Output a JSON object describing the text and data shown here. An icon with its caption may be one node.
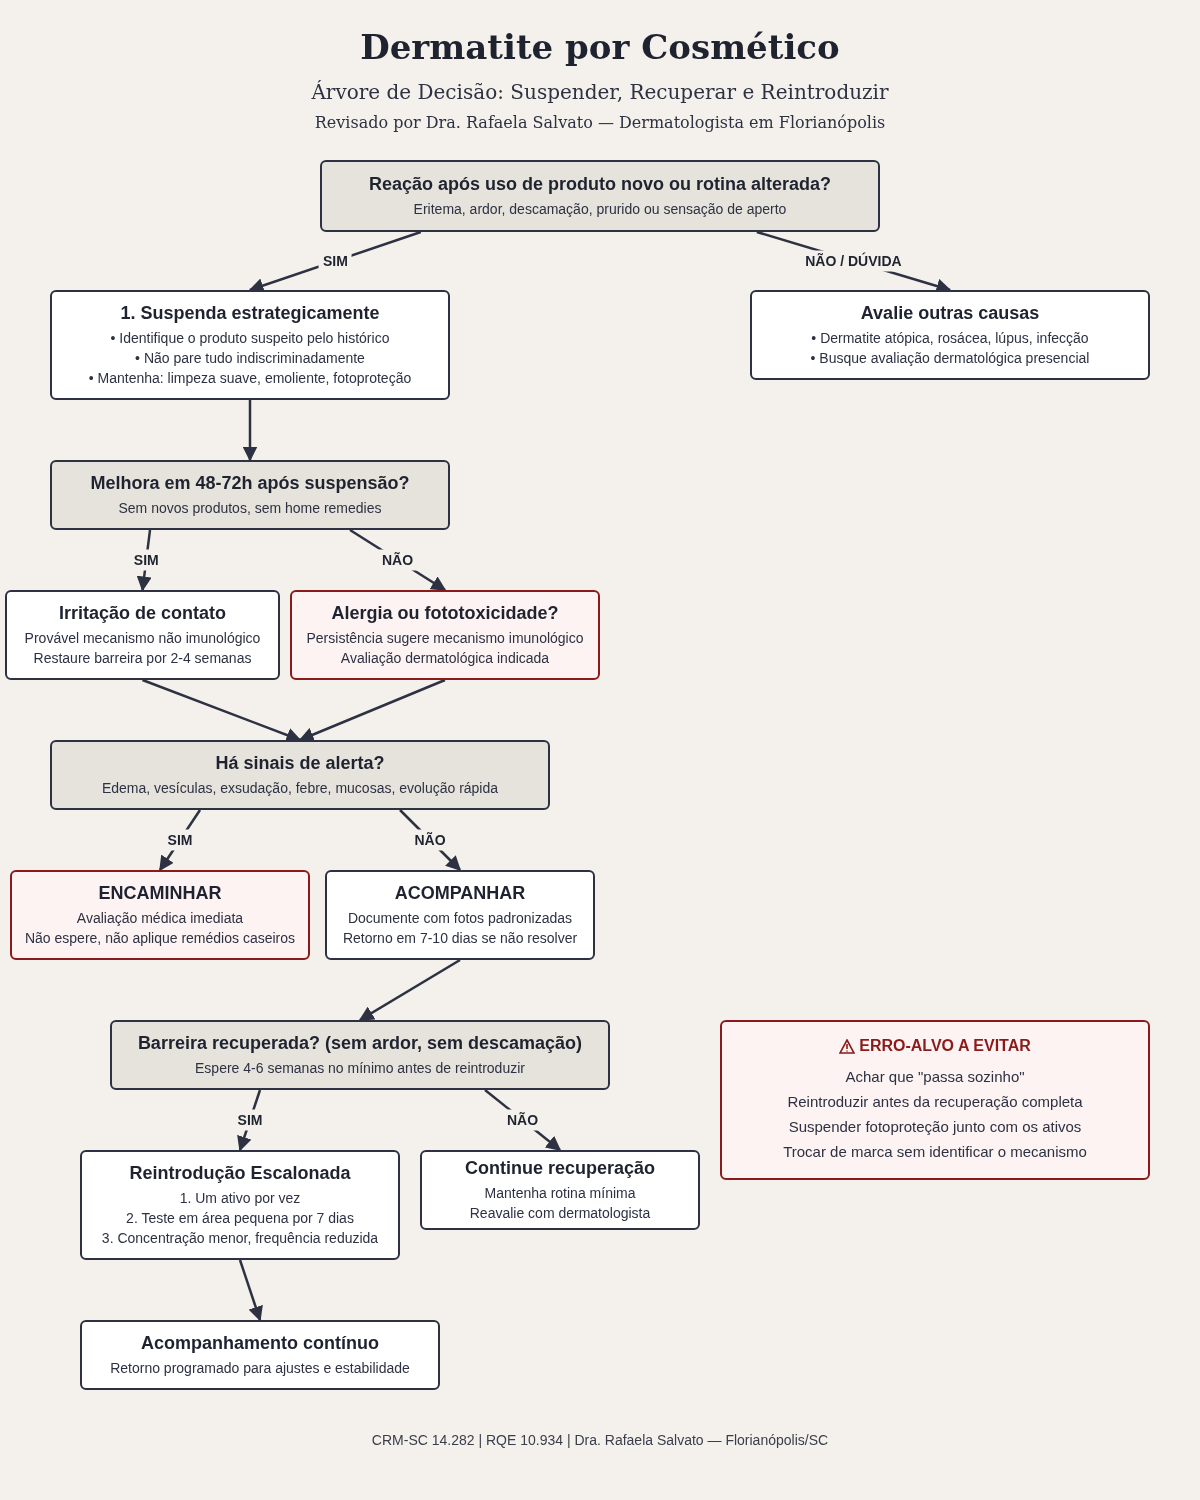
{
  "diagram": {
    "title": "Dermatite por Cosmético",
    "nodes": [
      {
        "text": [
          "Reação após uso de produto novo ou rotina alterada?",
          "Eritema, ardor, descamação, prurido ou sensação de aperto"
        ]
      },
      {
        "text": [
          "1. Suspenda estrategicamente",
          "• Identifique o produto suspeito pelo histórico",
          "• Não pare tudo indiscriminadamente",
          "• Mantenha: limpeza suave, emoliente, fotoproteção"
        ]
      },
      {
        "text": [
          "Avalie outras causas",
          "• Dermatite atópica, rosácea, lúpus, infecção",
          "• Busque avaliação dermatológica presencial"
        ]
      },
      {
        "text": [
          "Melhora em 48-72h após suspensão?",
          "Sem novos produtos, sem home remedies"
        ]
      },
      {
        "text": [
          "Irritação de contato",
          "Provável mecanismo não imunológico",
          "Restaure barreira por 2-4 semanas"
        ]
      },
      {
        "text": [
          "Alergia ou fototoxicidade?",
          "Persistência sugere mecanismo imunológico",
          "Avaliação dermatológica indicada"
        ]
      },
      {
        "text": [
          "Há sinais de alerta?",
          "Edema, vesículas, exsudação, febre, mucosas, evolução rápida"
        ]
      },
      {
        "text": [
          "ENCAMINHAR",
          "Avaliação médica imediata",
          "Não espere, não aplique remédios caseiros"
        ]
      },
      {
        "text": [
          "ACOMPANHAR",
          "Documente com fotos padronizadas",
          "Retorno em 7-10 dias se não resolver"
        ]
      },
      {
        "text": [
          "Barreira recuperada? (sem ardor, sem descamação)",
          "Espere 4-6 semanas no mínimo antes de reintroduzir"
        ]
      },
      {
        "text": [
          "Reintrodução Escalonada",
          "1. Um ativo por vez",
          "2. Teste em área pequena por 7 dias",
          "3. Concentração menor, frequência reduzida"
        ]
      },
      {
        "text": [
          "Continue recuperação",
          "Mantenha rotina mínima",
          "Reavalie com dermatologista"
        ]
      },
      {
        "text": [
          "Acompanhamento contínuo",
          "Retorno programado para ajustes e estabilidade"
        ]
      },
      {
        "text": [
          "ERRO-ALVO A EVITAR",
          "Achar que \"passa sozinho\"",
          "Reintroduzir antes da recuperação completa",
          "Suspender fotoproteção junto com os ativos",
          "Trocar de marca sem identificar o mecanismo"
        ]
      }
    ],
    "edges": [
      {
        "from": 0,
        "to": 1,
        "arrow": "to",
        "label": "SIM"
      },
      {
        "from": 0,
        "to": 2,
        "arrow": "to",
        "label": "NÃO / DÚVIDA"
      },
      {
        "from": 1,
        "to": 3,
        "arrow": "to"
      },
      {
        "from": 3,
        "to": 4,
        "arrow": "to",
        "label": "SIM"
      },
      {
        "from": 3,
        "to": 5,
        "arrow": "to",
        "label": "NÃO"
      },
      {
        "from": 4,
        "to": 6,
        "arrow": "to"
      },
      {
        "from": 5,
        "to": 6,
        "arrow": "to"
      },
      {
        "from": 6,
        "to": 7,
        "arrow": "to",
        "label": "SIM"
      },
      {
        "from": 6,
        "to": 8,
        "arrow": "to",
        "label": "NÃO"
      },
      {
        "from": 8,
        "to": 9,
        "arrow": "to"
      },
      {
        "from": 9,
        "to": 10,
        "arrow": "to",
        "label": "SIM"
      },
      {
        "from": 9,
        "to": 11,
        "arrow": "to",
        "label": "NÃO"
      },
      {
        "from": 10,
        "to": 12,
        "arrow": "to"
      }
    ],
    "labels": [
      "Árvore de Decisão: Suspender, Recuperar e Reintroduzir",
      "Revisado por Dra. Rafaela Salvato — Dermatologista em Florianópolis",
      "CRM-SC 14.282 | RQE 10.934 | Dra. Rafaela Salvato — Florianópolis/SC"
    ]
  }
}
